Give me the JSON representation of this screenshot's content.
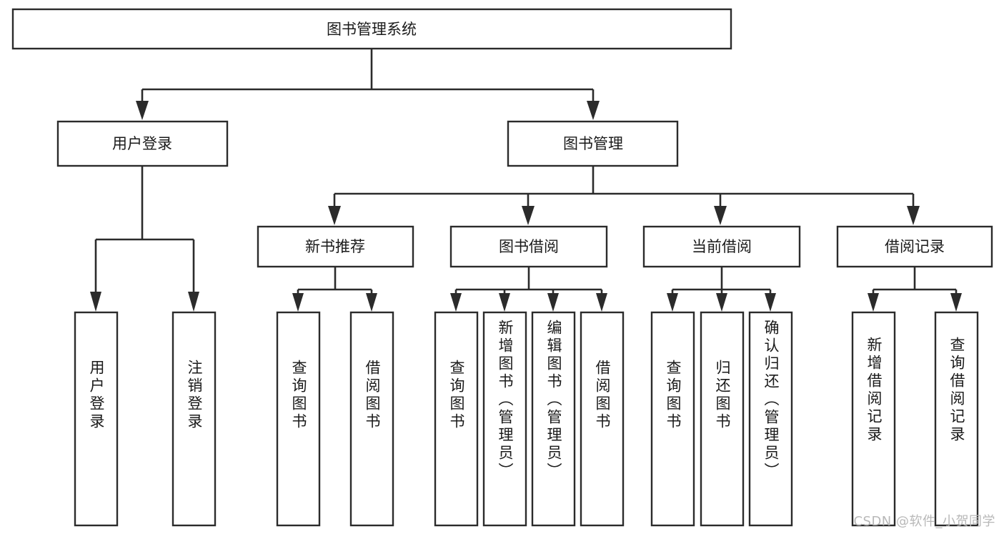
{
  "diagram": {
    "type": "tree-hierarchy",
    "orientation": "top-down",
    "colors": {
      "box_fill": "#ffffff",
      "box_stroke": "#2b2b2b",
      "connector": "#2b2b2b",
      "text": "#1a1a1a",
      "watermark": "#b8b8b8",
      "background": "#ffffff"
    },
    "root": {
      "id": "root",
      "label": "图书管理系统"
    },
    "level2": [
      {
        "id": "user-login",
        "label": "用户登录"
      },
      {
        "id": "book-management",
        "label": "图书管理"
      }
    ],
    "level3": [
      {
        "id": "new-book-recommend",
        "label": "新书推荐",
        "parent": "book-management"
      },
      {
        "id": "book-borrow",
        "label": "图书借阅",
        "parent": "book-management"
      },
      {
        "id": "current-borrow",
        "label": "当前借阅",
        "parent": "book-management"
      },
      {
        "id": "borrow-record",
        "label": "借阅记录",
        "parent": "book-management"
      }
    ],
    "leaves": [
      {
        "id": "leaf-user-login",
        "label": "用户登录",
        "parent": "user-login"
      },
      {
        "id": "leaf-logout-login",
        "label": "注销登录",
        "parent": "user-login"
      },
      {
        "id": "leaf-query-book-1",
        "label": "查询图书",
        "parent": "new-book-recommend"
      },
      {
        "id": "leaf-borrow-book-1",
        "label": "借阅图书",
        "parent": "new-book-recommend"
      },
      {
        "id": "leaf-query-book-2",
        "label": "查询图书",
        "parent": "book-borrow"
      },
      {
        "id": "leaf-add-book",
        "label": "新增图书（管理员）",
        "parent": "book-borrow"
      },
      {
        "id": "leaf-edit-book",
        "label": "编辑图书（管理员）",
        "parent": "book-borrow"
      },
      {
        "id": "leaf-borrow-book-2",
        "label": "借阅图书",
        "parent": "book-borrow"
      },
      {
        "id": "leaf-query-book-3",
        "label": "查询图书",
        "parent": "current-borrow"
      },
      {
        "id": "leaf-return-book",
        "label": "归还图书",
        "parent": "current-borrow"
      },
      {
        "id": "leaf-confirm-return",
        "label": "确认归还（管理员）",
        "parent": "current-borrow"
      },
      {
        "id": "leaf-add-record",
        "label": "新增借阅记录",
        "parent": "borrow-record"
      },
      {
        "id": "leaf-query-record",
        "label": "查询借阅记录",
        "parent": "borrow-record"
      }
    ]
  },
  "watermark": {
    "text": "CSDN @软件_小贺同学"
  }
}
